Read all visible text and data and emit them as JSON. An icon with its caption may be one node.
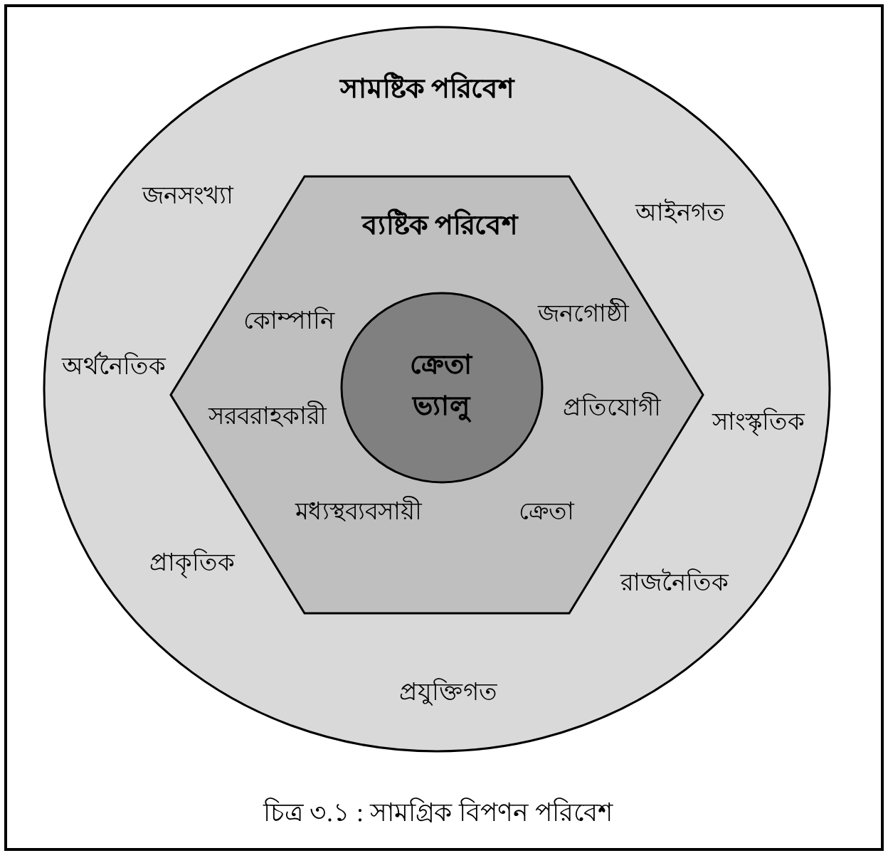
{
  "diagram": {
    "caption": "চিত্র ৩.১ : সামগ্রিক বিপণন পরিবেশ",
    "nodes": [
      {
        "text": [
          "সামষ্টিক পরিবেশ",
          "জনসংখ্যা",
          "আইনগত",
          "অর্থনৈতিক",
          "সাংস্কৃতিক",
          "প্রাকৃতিক",
          "রাজনৈতিক",
          "প্রযুক্তিগত"
        ]
      },
      {
        "text": [
          "ব্যষ্টিক পরিবেশ",
          "কোম্পানি",
          "জনগোষ্ঠী",
          "সরবরাহকারী",
          "প্রতিযোগী",
          "মধ্যস্থব্যবসায়ী",
          "ক্রেতা"
        ],
        "in": 0
      },
      {
        "text": [
          "ক্রেতা ভ্যালু"
        ],
        "in": 1
      }
    ]
  }
}
